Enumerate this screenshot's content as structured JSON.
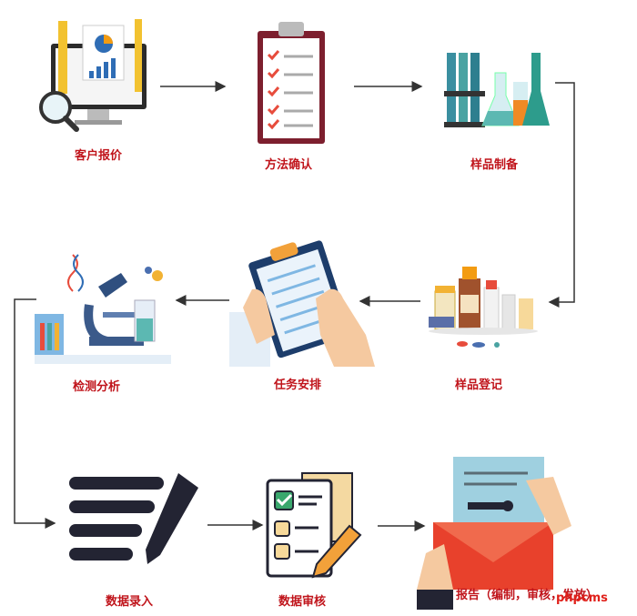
{
  "steps": [
    {
      "label": "客户报价",
      "icon": "computer-chart-magnifier-icon"
    },
    {
      "label": "方法确认",
      "icon": "clipboard-checklist-icon"
    },
    {
      "label": "样品制备",
      "icon": "lab-glassware-icon"
    },
    {
      "label": "样品登记",
      "icon": "medicine-bottles-icon"
    },
    {
      "label": "任务安排",
      "icon": "hand-clipboard-icon"
    },
    {
      "label": "检测分析",
      "icon": "microscope-lab-icon"
    },
    {
      "label": "数据录入",
      "icon": "pen-lines-icon"
    },
    {
      "label": "数据审核",
      "icon": "document-review-pencil-icon"
    },
    {
      "label": "报告（编制，审核，发放）",
      "icon": "envelope-report-icon"
    }
  ],
  "watermark": "phpcms",
  "colors": {
    "label": "#c0141b",
    "arrow": "#333333"
  }
}
